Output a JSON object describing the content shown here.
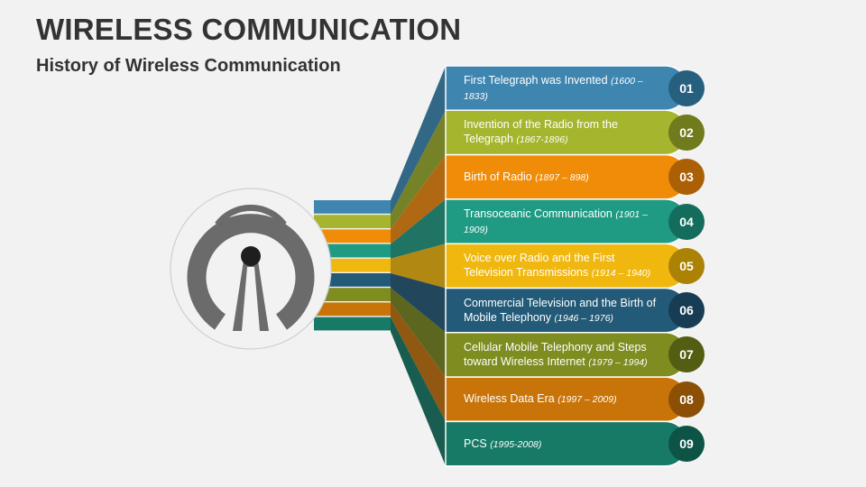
{
  "title": "WIRELESS COMMUNICATION",
  "subtitle": "History of Wireless Communication",
  "items": [
    {
      "number": "01",
      "label": "First Telegraph was Invented",
      "years": "(1600 – 1833)",
      "color": "#3e85b0",
      "badge_color": "#27607f"
    },
    {
      "number": "02",
      "label": "Invention of the Radio from the Telegraph",
      "years": "(1867-1896)",
      "color": "#a5b52d",
      "badge_color": "#6f7b1c"
    },
    {
      "number": "03",
      "label": "Birth of Radio",
      "years": "(1897 – 898)",
      "color": "#f08c08",
      "badge_color": "#ac6006"
    },
    {
      "number": "04",
      "label": "Transoceanic Communication",
      "years": "(1901 –1909)",
      "color": "#1f9b84",
      "badge_color": "#146d5c"
    },
    {
      "number": "05",
      "label": "Voice over Radio and the First Television Transmissions",
      "years": "(1914 – 1940)",
      "color": "#f0b70f",
      "badge_color": "#ac8205"
    },
    {
      "number": "06",
      "label": "Commercial Television and the Birth of Mobile Telephony",
      "years": "(1946 – 1976)",
      "color": "#235a78",
      "badge_color": "#163d53"
    },
    {
      "number": "07",
      "label": "Cellular Mobile Telephony and Steps toward Wireless Internet",
      "years": "(1979 – 1994)",
      "color": "#7e8c20",
      "badge_color": "#545e12"
    },
    {
      "number": "08",
      "label": "Wireless Data Era",
      "years": "(1997 – 2009)",
      "color": "#c97409",
      "badge_color": "#8b4f05"
    },
    {
      "number": "09",
      "label": "PCS",
      "years": "(1995-2008)",
      "color": "#167a67",
      "badge_color": "#0d5447"
    }
  ],
  "icons": {
    "tower": "wireless-tower-icon"
  }
}
